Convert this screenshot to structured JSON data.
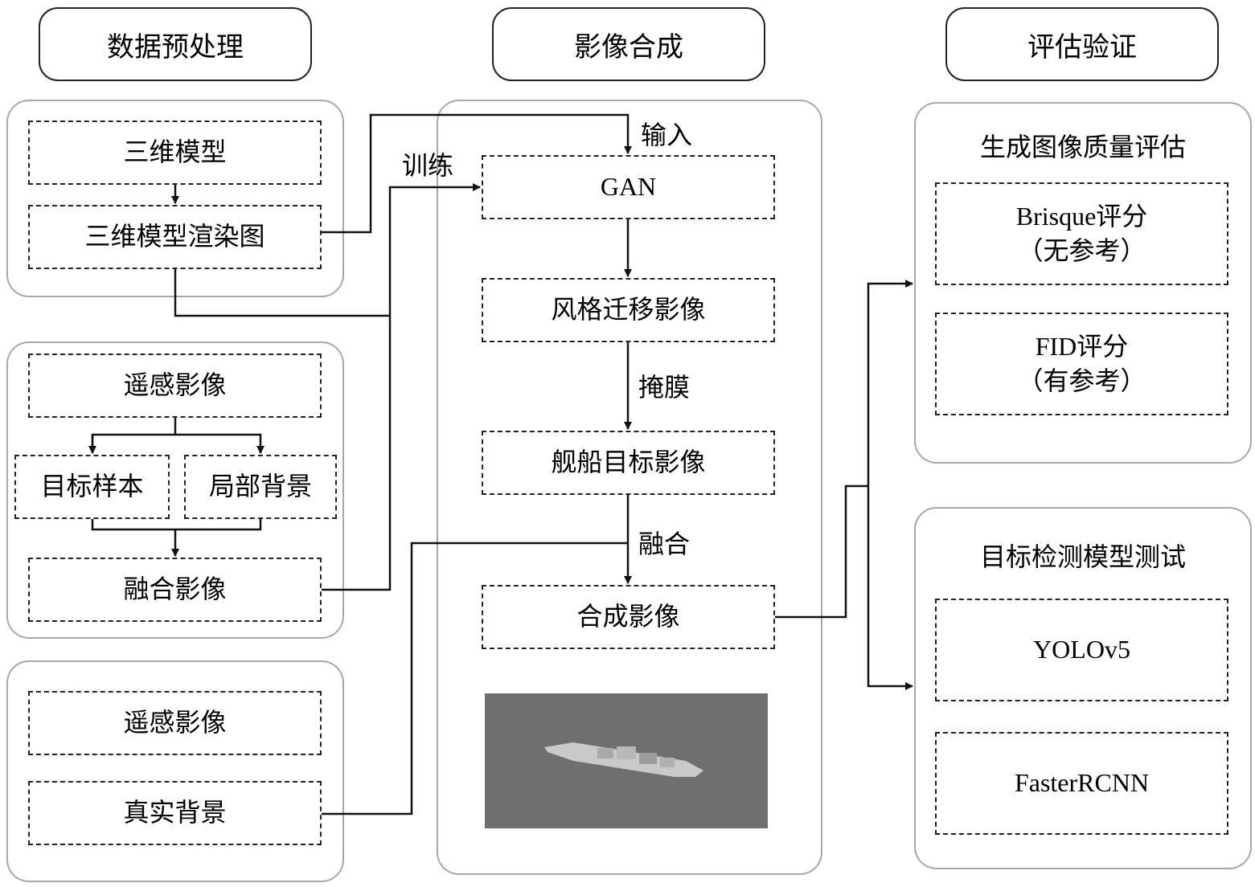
{
  "columns": {
    "preprocess": "数据预处理",
    "synthesis": "影像合成",
    "evaluation": "评估验证"
  },
  "left": {
    "group1": {
      "model3d": "三维模型",
      "render": "三维模型渲染图"
    },
    "group2": {
      "rs_image": "遥感影像",
      "target_sample": "目标样本",
      "local_bg": "局部背景",
      "fused_image": "融合影像"
    },
    "group3": {
      "rs_image": "遥感影像",
      "real_bg": "真实背景"
    }
  },
  "middle": {
    "gan": "GAN",
    "style_transfer": "风格迁移影像",
    "ship_target": "舰船目标影像",
    "synthetic": "合成影像",
    "label_input": "输入",
    "label_train": "训练",
    "label_mask": "掩膜",
    "label_fuse": "融合"
  },
  "right": {
    "quality": {
      "title": "生成图像质量评估",
      "brisque_line1": "Brisque评分",
      "brisque_line2": "（无参考）",
      "fid_line1": "FID评分",
      "fid_line2": "（有参考）"
    },
    "detection": {
      "title": "目标检测模型测试",
      "yolo": "YOLOv5",
      "faster": "FasterRCNN"
    }
  },
  "colors": {
    "line": "#111111",
    "panel_border": "#a8a8a8",
    "sea": "#6e6e6e"
  }
}
